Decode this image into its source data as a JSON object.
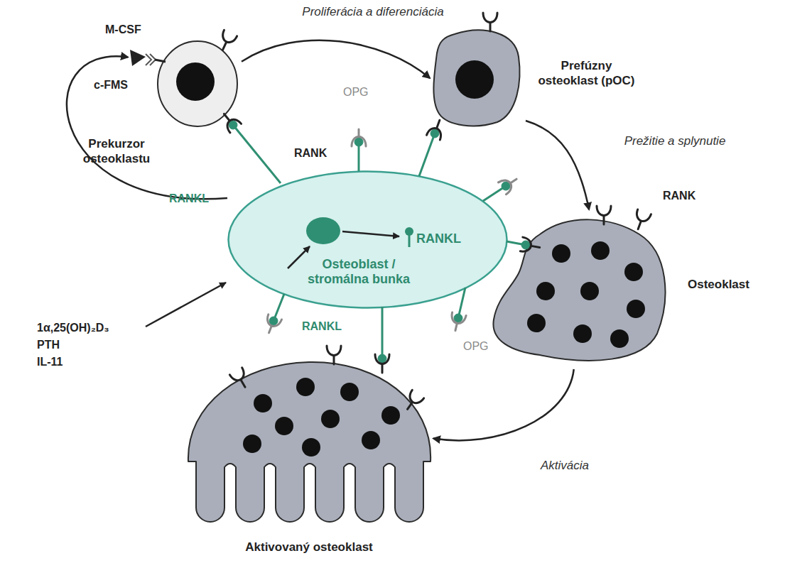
{
  "diagram": {
    "nodes": [
      {
        "text": [
          "Prekurzor osteoklastu"
        ]
      },
      {
        "text": [
          "Prefúzny osteoklast (pOC)"
        ]
      },
      {
        "text": [
          "Osteoblast / stromálna bunka",
          "RANKL"
        ]
      },
      {
        "text": [
          "Osteoklast"
        ]
      },
      {
        "text": [
          "Aktivovaný osteoklast"
        ]
      }
    ],
    "edges": [
      {
        "from": 0,
        "to": 1,
        "label": "Proliferácia a diferenciácia",
        "arrow": "to"
      },
      {
        "from": 1,
        "to": 3,
        "label": "Prežitie a splynutie",
        "arrow": "to"
      },
      {
        "from": 3,
        "to": 4,
        "label": "Aktivácia",
        "arrow": "to"
      },
      {
        "from": 2,
        "to": 0,
        "arrow": "to"
      }
    ],
    "labels": [
      "M-CSF",
      "c-FMS",
      "OPG",
      "RANK",
      "RANKL",
      "RANK",
      "RANKL",
      "1α,25(OH)₂D₃",
      "PTH",
      "IL-11",
      "OPG"
    ]
  }
}
